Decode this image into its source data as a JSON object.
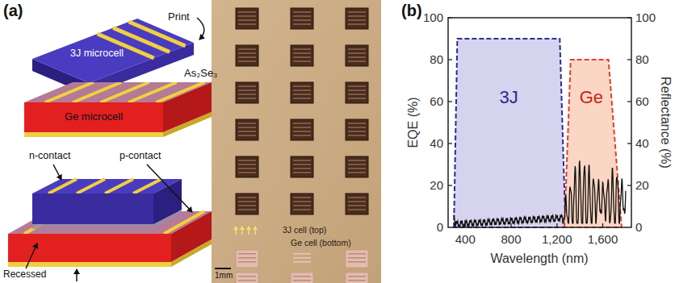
{
  "diagram": {
    "nodes": [
      {
        "text": [
          "3J microcell"
        ]
      },
      {
        "text": [
          "Ge microcell"
        ]
      }
    ],
    "labels": [
      "(a)",
      "Print",
      "As₂Se₃",
      "n-contact",
      "p-contact",
      "Recessed",
      "3J cell (top)",
      "Ge cell (bottom)",
      "1mm",
      "(b)",
      "100",
      "80",
      "60",
      "40",
      "20",
      "0",
      "100",
      "80",
      "60",
      "40",
      "20",
      "0",
      "400",
      "800",
      "1,200",
      "1,600",
      "EQE (%)",
      "Reflectance (%)",
      "Wavelength (nm)",
      "3J",
      "Ge"
    ]
  }
}
